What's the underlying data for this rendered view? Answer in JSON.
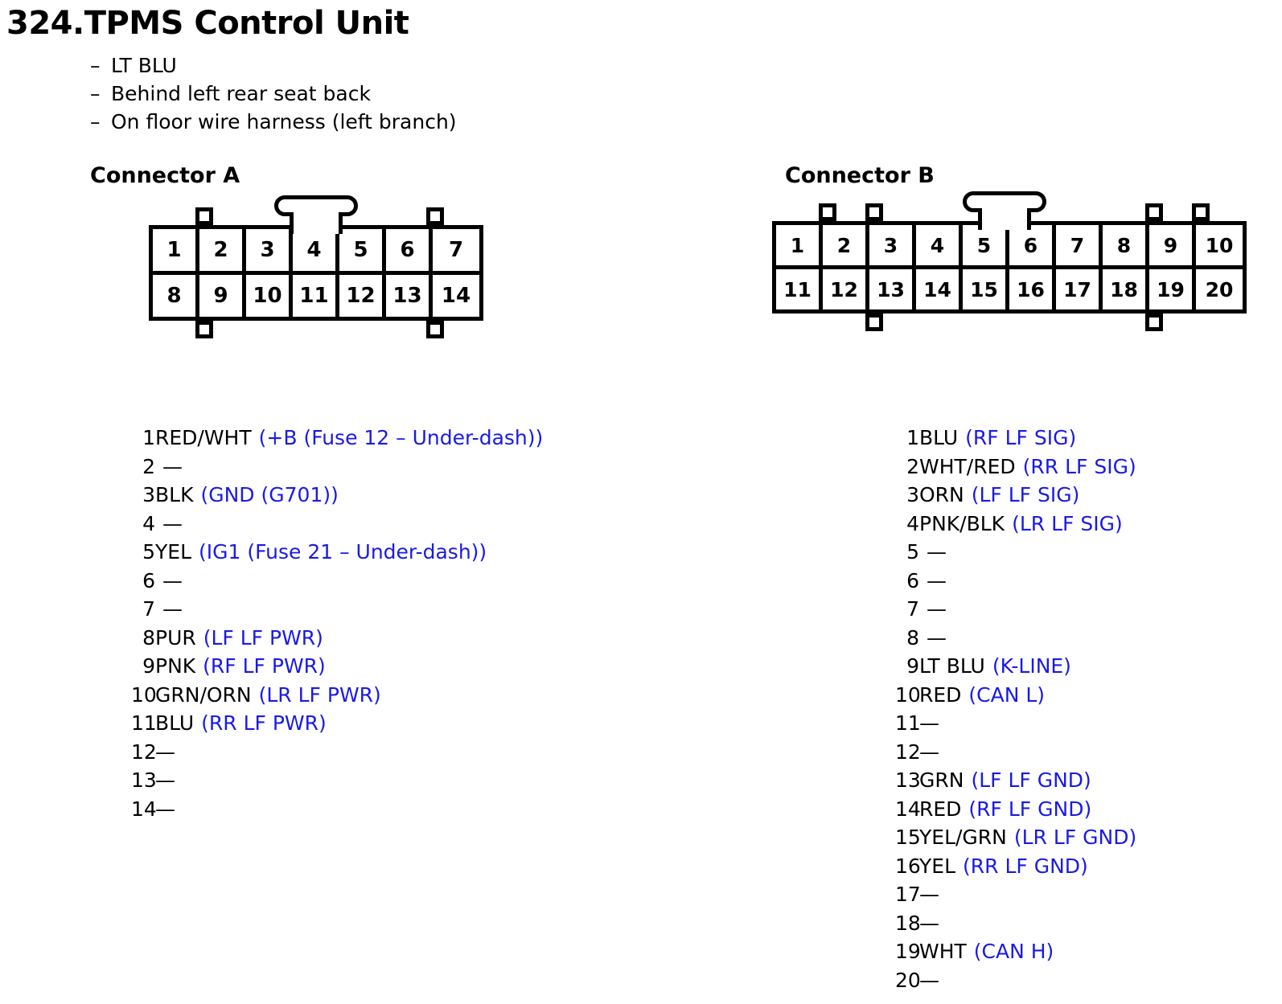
{
  "document": {
    "title": "324.TPMS Control Unit",
    "notes": [
      "LT BLU",
      "Behind left rear seat back",
      "On floor wire harness (left branch)"
    ],
    "bullet_dash": "–",
    "empty_marker": "—",
    "function_color": "#1a1ae6",
    "text_color": "#000000"
  },
  "connector_a": {
    "heading": "Connector A",
    "diagram": {
      "top_row": [
        "1",
        "2",
        "3",
        "4",
        "5",
        "6",
        "7"
      ],
      "bottom_row": [
        "8",
        "9",
        "10",
        "11",
        "12",
        "13",
        "14"
      ]
    },
    "pins": [
      {
        "num": "1",
        "wire": "RED/WHT",
        "func": "(+B (Fuse 12 – Under-dash))"
      },
      {
        "num": "2",
        "wire": "",
        "func": ""
      },
      {
        "num": "3",
        "wire": "BLK",
        "func": "(GND (G701))"
      },
      {
        "num": "4",
        "wire": "",
        "func": ""
      },
      {
        "num": "5",
        "wire": "YEL",
        "func": "(IG1 (Fuse 21 – Under-dash))"
      },
      {
        "num": "6",
        "wire": "",
        "func": ""
      },
      {
        "num": "7",
        "wire": "",
        "func": ""
      },
      {
        "num": "8",
        "wire": "PUR",
        "func": "(LF LF PWR)"
      },
      {
        "num": "9",
        "wire": "PNK",
        "func": "(RF LF PWR)"
      },
      {
        "num": "10",
        "wire": "GRN/ORN",
        "func": "(LR LF PWR)"
      },
      {
        "num": "11",
        "wire": "BLU",
        "func": "(RR LF PWR)"
      },
      {
        "num": "12",
        "wire": "",
        "func": ""
      },
      {
        "num": "13",
        "wire": "",
        "func": ""
      },
      {
        "num": "14",
        "wire": "",
        "func": ""
      }
    ]
  },
  "connector_b": {
    "heading": "Connector B",
    "diagram": {
      "top_row": [
        "1",
        "2",
        "3",
        "4",
        "5",
        "6",
        "7",
        "8",
        "9",
        "10"
      ],
      "bottom_row": [
        "11",
        "12",
        "13",
        "14",
        "15",
        "16",
        "17",
        "18",
        "19",
        "20"
      ]
    },
    "pins": [
      {
        "num": "1",
        "wire": "BLU",
        "func": "(RF LF SIG)"
      },
      {
        "num": "2",
        "wire": "WHT/RED",
        "func": "(RR LF SIG)"
      },
      {
        "num": "3",
        "wire": "ORN",
        "func": "(LF LF SIG)"
      },
      {
        "num": "4",
        "wire": "PNK/BLK",
        "func": "(LR LF SIG)"
      },
      {
        "num": "5",
        "wire": "",
        "func": ""
      },
      {
        "num": "6",
        "wire": "",
        "func": ""
      },
      {
        "num": "7",
        "wire": "",
        "func": ""
      },
      {
        "num": "8",
        "wire": "",
        "func": ""
      },
      {
        "num": "9",
        "wire": "LT BLU",
        "func": "(K-LINE)"
      },
      {
        "num": "10",
        "wire": "RED",
        "func": "(CAN L)"
      },
      {
        "num": "11",
        "wire": "",
        "func": ""
      },
      {
        "num": "12",
        "wire": "",
        "func": ""
      },
      {
        "num": "13",
        "wire": "GRN",
        "func": "(LF LF GND)"
      },
      {
        "num": "14",
        "wire": "RED",
        "func": "(RF LF GND)"
      },
      {
        "num": "15",
        "wire": "YEL/GRN",
        "func": "(LR LF GND)"
      },
      {
        "num": "16",
        "wire": "YEL",
        "func": "(RR LF GND)"
      },
      {
        "num": "17",
        "wire": "",
        "func": ""
      },
      {
        "num": "18",
        "wire": "",
        "func": ""
      },
      {
        "num": "19",
        "wire": "WHT",
        "func": "(CAN H)"
      },
      {
        "num": "20",
        "wire": "",
        "func": ""
      }
    ]
  }
}
